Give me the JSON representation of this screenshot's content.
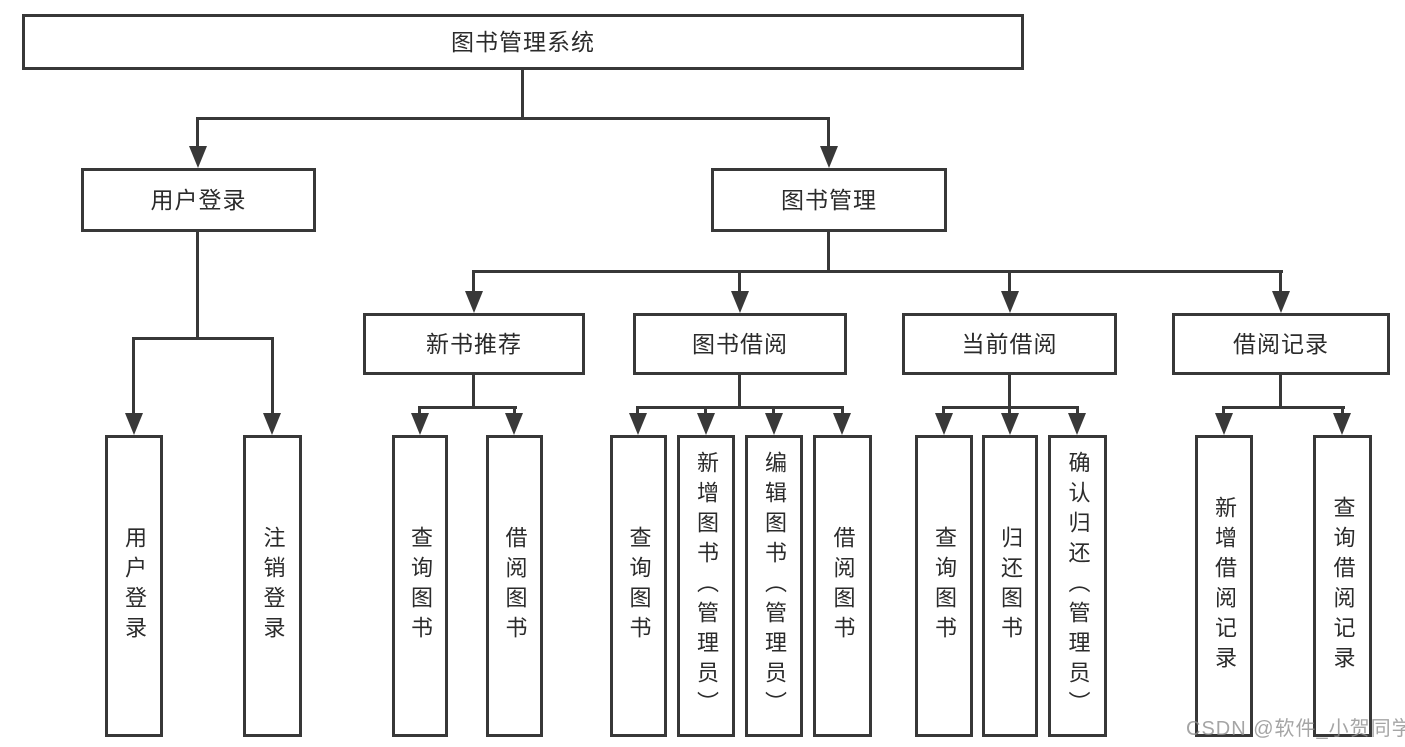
{
  "colors": {
    "line": "#383838",
    "box_border": "#383838",
    "text": "#2b2b2b",
    "watermark": "#8f8f8f",
    "background": "#ffffff"
  },
  "watermark": {
    "text": "CSDN @软件_小贺同学"
  },
  "tree": {
    "root": {
      "label": "图书管理系统"
    },
    "children": [
      {
        "label": "用户登录",
        "children": [
          {
            "label": "用户登录"
          },
          {
            "label": "注销登录"
          }
        ]
      },
      {
        "label": "图书管理",
        "children": [
          {
            "label": "新书推荐",
            "children": [
              {
                "label": "查询图书"
              },
              {
                "label": "借阅图书"
              }
            ]
          },
          {
            "label": "图书借阅",
            "children": [
              {
                "label": "查询图书"
              },
              {
                "label": "新增图书（管理员）"
              },
              {
                "label": "编辑图书（管理员）"
              },
              {
                "label": "借阅图书"
              }
            ]
          },
          {
            "label": "当前借阅",
            "children": [
              {
                "label": "查询图书"
              },
              {
                "label": "归还图书"
              },
              {
                "label": "确认归还（管理员）"
              }
            ]
          },
          {
            "label": "借阅记录",
            "children": [
              {
                "label": "新增借阅记录"
              },
              {
                "label": "查询借阅记录"
              }
            ]
          }
        ]
      }
    ]
  }
}
